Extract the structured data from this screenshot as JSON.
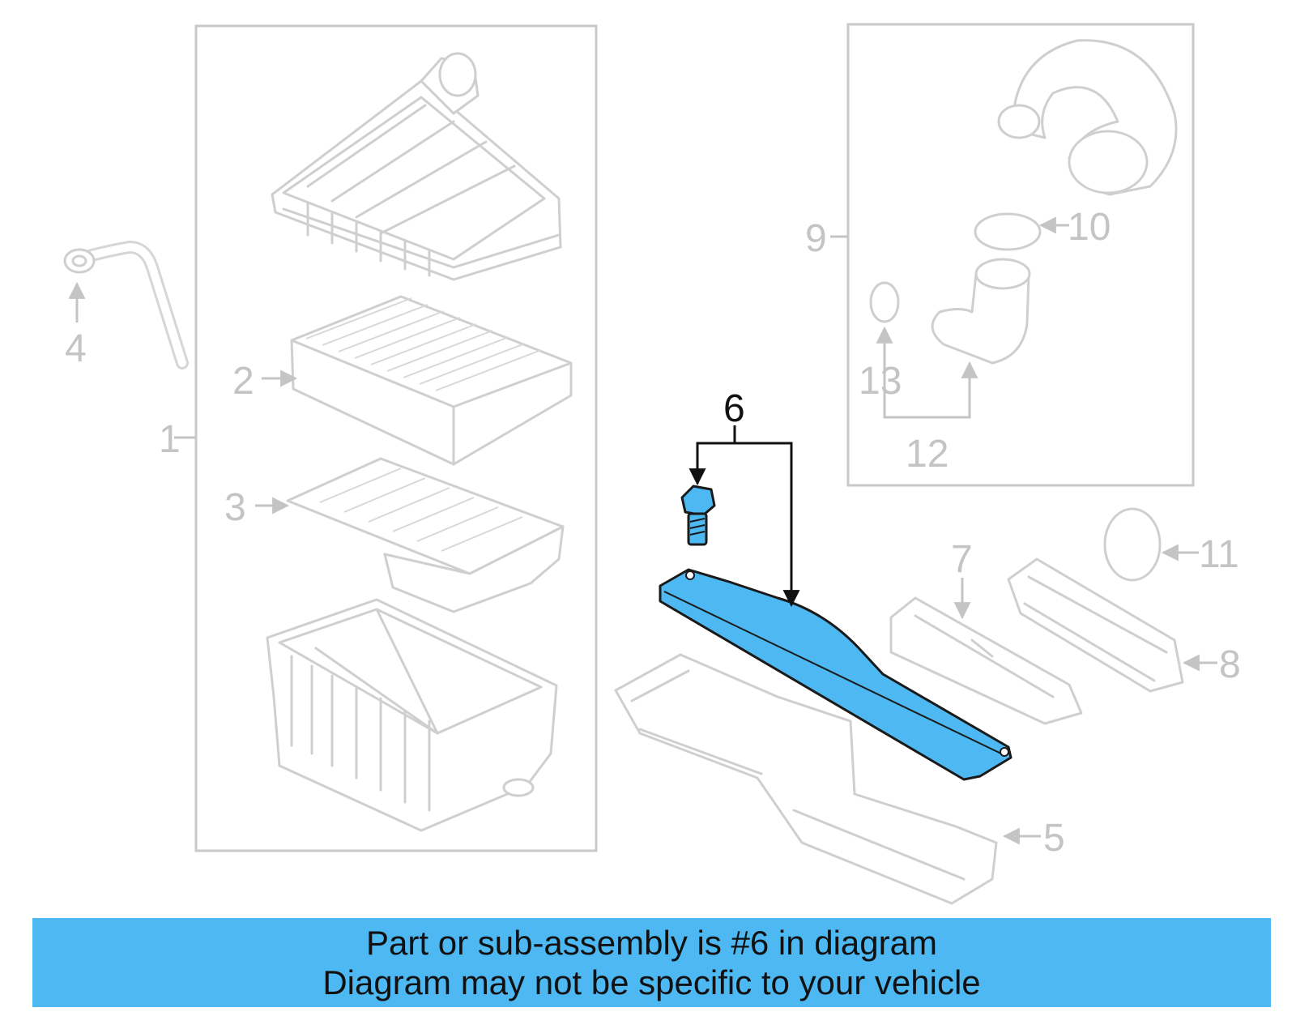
{
  "diagram": {
    "callouts": {
      "c1": "1",
      "c2": "2",
      "c3": "3",
      "c4": "4",
      "c5": "5",
      "c6": "6",
      "c7": "7",
      "c8": "8",
      "c9": "9",
      "c10": "10",
      "c11": "11",
      "c12": "12",
      "c13": "13"
    },
    "highlight_part": "6",
    "colors": {
      "highlight": "#4db8f2",
      "ghost": "#cfcfcf",
      "ink": "#111111"
    }
  },
  "banner": {
    "line1": "Part or sub-assembly is #6 in diagram",
    "line2": "Diagram may not be specific to your vehicle"
  }
}
